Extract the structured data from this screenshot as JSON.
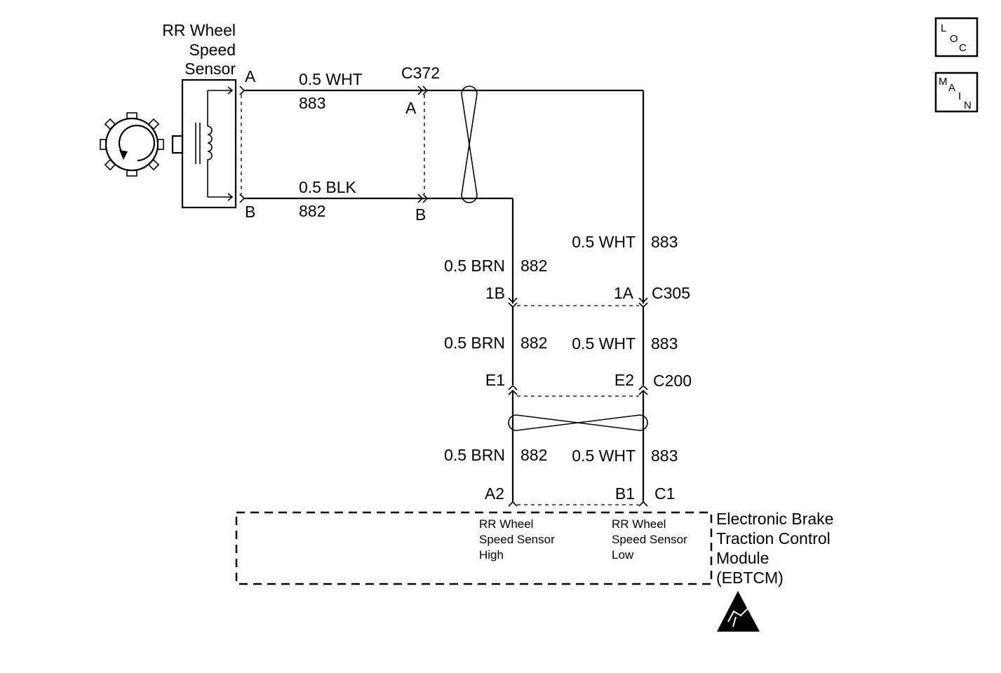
{
  "sensor": {
    "title_line1": "RR Wheel",
    "title_line2": "Speed",
    "title_line3": "Sensor",
    "pin_a": "A",
    "pin_b": "B"
  },
  "wires": {
    "upper_color": "0.5 WHT",
    "upper_circuit": "883",
    "lower_color": "0.5 BLK",
    "lower_circuit": "882",
    "brn_color": "0.5 BRN",
    "brn_circuit": "882",
    "wht_color": "0.5 WHT",
    "wht_circuit": "883"
  },
  "connectors": {
    "c372": {
      "name": "C372",
      "pin_a": "A",
      "pin_b": "B"
    },
    "c305": {
      "name": "C305",
      "pin_1a": "1A",
      "pin_1b": "1B"
    },
    "c200": {
      "name": "C200",
      "pin_e1": "E1",
      "pin_e2": "E2"
    },
    "ebtcm": {
      "pin_a2": "A2",
      "pin_b1": "B1",
      "name": "C1"
    }
  },
  "module": {
    "name_line1": "Electronic Brake",
    "name_line2": "Traction Control",
    "name_line3": "Module",
    "name_line4": "(EBTCM)",
    "pin_high_line1": "RR Wheel",
    "pin_high_line2": "Speed Sensor",
    "pin_high_line3": "High",
    "pin_low_line1": "RR Wheel",
    "pin_low_line2": "Speed Sensor",
    "pin_low_line3": "Low"
  },
  "nav": {
    "loc": {
      "l": "L",
      "o": "O",
      "c": "C"
    },
    "main": {
      "m": "M",
      "a": "A",
      "i": "I",
      "n": "N"
    }
  }
}
